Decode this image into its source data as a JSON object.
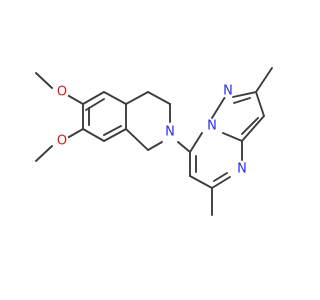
{
  "molecule": {
    "atom_labels": {
      "n_ring": "N",
      "n_bridge": "N",
      "n_pyrazole": "N",
      "n_pyrimidine": "N",
      "o_upper": "O",
      "o_lower": "O"
    },
    "colors": {
      "nitrogen": "#2a2af0",
      "oxygen": "#e01818",
      "bond": "#3c3c3c",
      "background": "#ffffff"
    }
  }
}
